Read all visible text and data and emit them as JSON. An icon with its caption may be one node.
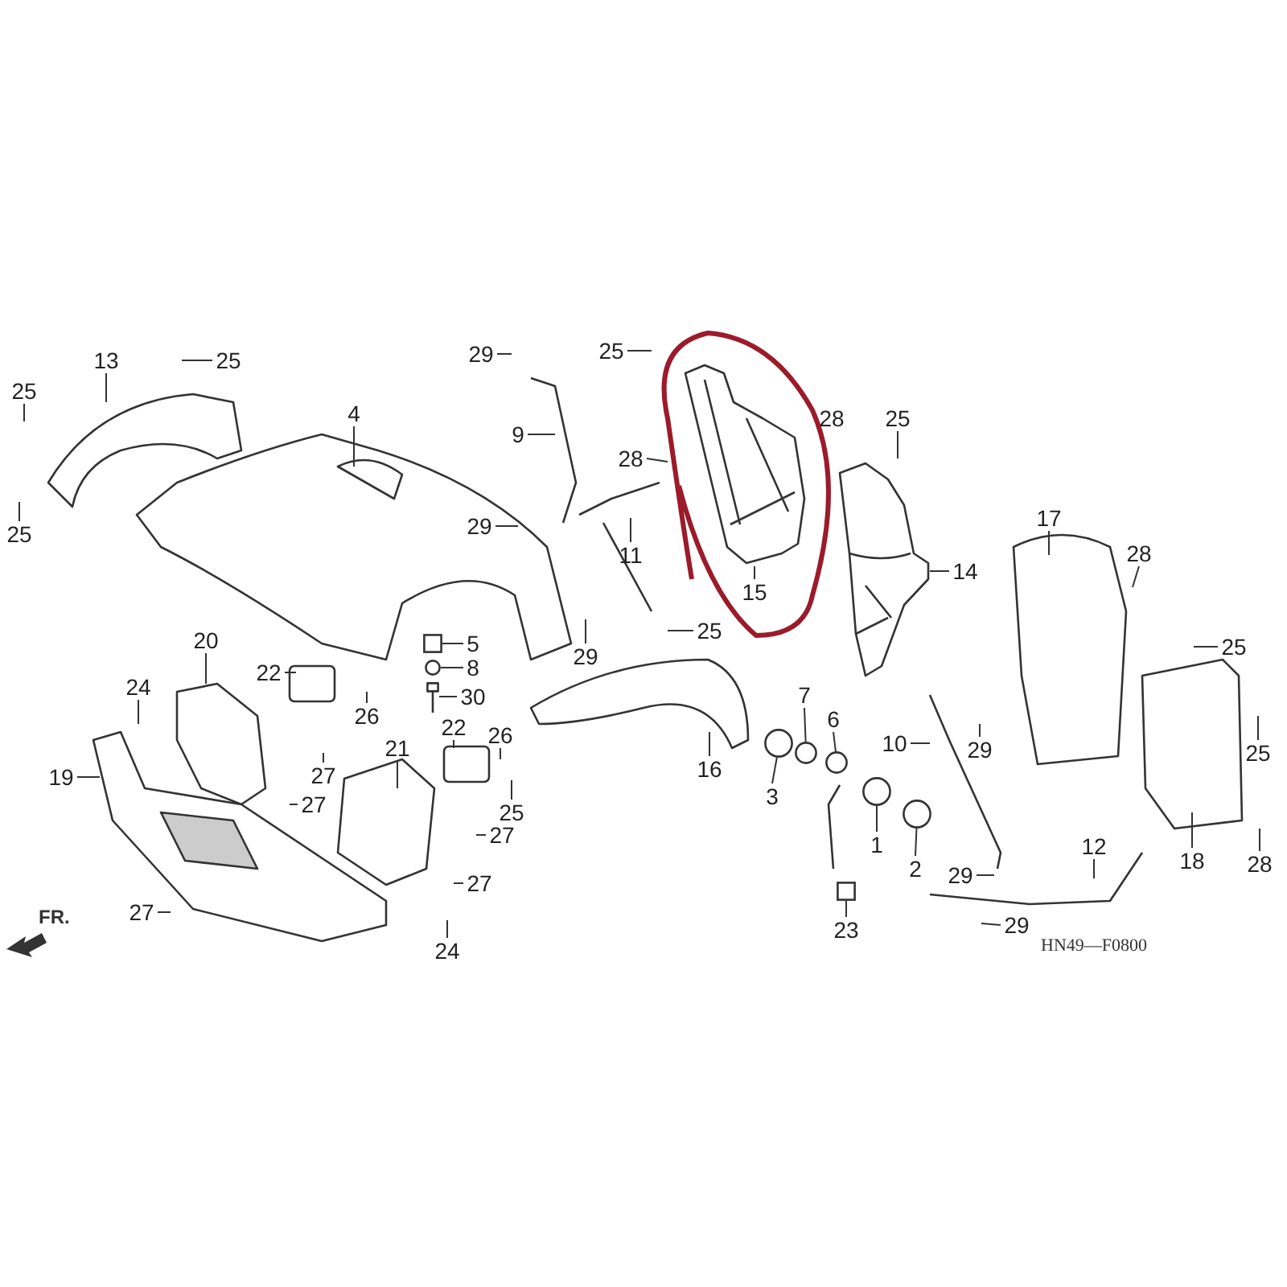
{
  "diagram": {
    "nodes": [
      {
        "text": [
          "13"
        ]
      },
      {
        "text": [
          "25"
        ]
      },
      {
        "text": [
          "25"
        ]
      },
      {
        "text": [
          "25"
        ]
      },
      {
        "text": [
          "4"
        ]
      },
      {
        "text": [
          "29"
        ]
      },
      {
        "text": [
          "25"
        ]
      },
      {
        "text": [
          "9"
        ]
      },
      {
        "text": [
          "29"
        ]
      },
      {
        "text": [
          "28"
        ]
      },
      {
        "text": [
          "11"
        ]
      },
      {
        "text": [
          "15"
        ]
      },
      {
        "text": [
          "28"
        ]
      },
      {
        "text": [
          "25"
        ]
      },
      {
        "text": [
          "14"
        ]
      },
      {
        "text": [
          "29"
        ]
      },
      {
        "text": [
          "25"
        ]
      },
      {
        "text": [
          "17"
        ]
      },
      {
        "text": [
          "28"
        ]
      },
      {
        "text": [
          "25"
        ]
      },
      {
        "text": [
          "5"
        ]
      },
      {
        "text": [
          "8"
        ]
      },
      {
        "text": [
          "30"
        ]
      },
      {
        "text": [
          "20"
        ]
      },
      {
        "text": [
          "22"
        ]
      },
      {
        "text": [
          "26"
        ]
      },
      {
        "text": [
          "24"
        ]
      },
      {
        "text": [
          "19"
        ]
      },
      {
        "text": [
          "27"
        ]
      },
      {
        "text": [
          "27"
        ]
      },
      {
        "text": [
          "21"
        ]
      },
      {
        "text": [
          "22"
        ]
      },
      {
        "text": [
          "26"
        ]
      },
      {
        "text": [
          "25"
        ]
      },
      {
        "text": [
          "27"
        ]
      },
      {
        "text": [
          "27"
        ]
      },
      {
        "text": [
          "24"
        ]
      },
      {
        "text": [
          "27"
        ]
      },
      {
        "text": [
          "16"
        ]
      },
      {
        "text": [
          "3"
        ]
      },
      {
        "text": [
          "7"
        ]
      },
      {
        "text": [
          "6"
        ]
      },
      {
        "text": [
          "1"
        ]
      },
      {
        "text": [
          "2"
        ]
      },
      {
        "text": [
          "23"
        ]
      },
      {
        "text": [
          "10"
        ]
      },
      {
        "text": [
          "29"
        ]
      },
      {
        "text": [
          "29"
        ]
      },
      {
        "text": [
          "29"
        ]
      },
      {
        "text": [
          "12"
        ]
      },
      {
        "text": [
          "18"
        ]
      },
      {
        "text": [
          "28"
        ]
      },
      {
        "text": [
          "25"
        ]
      },
      {
        "text": [],
        "shape": "picture"
      },
      {
        "text": [],
        "shape": "circle"
      },
      {
        "text": [],
        "shape": "circle"
      },
      {
        "text": [],
        "shape": "circle"
      },
      {
        "text": [],
        "shape": "circle"
      },
      {
        "text": [],
        "shape": "circle"
      },
      {
        "text": [],
        "shape": "box"
      },
      {
        "text": [],
        "shape": "box"
      },
      {
        "text": [],
        "shape": "circle"
      },
      {
        "text": [],
        "shape": "picture"
      },
      {
        "text": [],
        "shape": "picture"
      }
    ],
    "edges": [
      {
        "from": 0,
        "to": null,
        "arrow": "none"
      },
      {
        "from": 1,
        "to": null,
        "arrow": "none"
      },
      {
        "from": 2,
        "to": null,
        "arrow": "none"
      },
      {
        "from": 3,
        "to": null,
        "arrow": "none"
      },
      {
        "from": 4,
        "to": null,
        "arrow": "none"
      },
      {
        "from": 5,
        "to": null,
        "arrow": "none"
      },
      {
        "from": 6,
        "to": null,
        "arrow": "none"
      },
      {
        "from": 7,
        "to": null,
        "arrow": "none"
      },
      {
        "from": 8,
        "to": null,
        "arrow": "none"
      },
      {
        "from": 9,
        "to": null,
        "arrow": "none"
      },
      {
        "from": 10,
        "to": null,
        "arrow": "none"
      },
      {
        "from": 11,
        "to": 53,
        "arrow": "none"
      },
      {
        "from": 13,
        "to": null,
        "arrow": "none"
      },
      {
        "from": 14,
        "to": 63,
        "arrow": "none"
      },
      {
        "from": 15,
        "to": null,
        "arrow": "none"
      },
      {
        "from": 16,
        "to": null,
        "arrow": "none"
      },
      {
        "from": 17,
        "to": null,
        "arrow": "none"
      },
      {
        "from": 18,
        "to": null,
        "arrow": "none"
      },
      {
        "from": 19,
        "to": null,
        "arrow": "none"
      },
      {
        "from": 20,
        "to": 60,
        "arrow": "none"
      },
      {
        "from": 21,
        "to": 61,
        "arrow": "none"
      },
      {
        "from": 22,
        "to": 62,
        "arrow": "none"
      },
      {
        "from": 23,
        "to": null,
        "arrow": "none"
      },
      {
        "from": 24,
        "to": null,
        "arrow": "none"
      },
      {
        "from": 25,
        "to": null,
        "arrow": "none"
      },
      {
        "from": 26,
        "to": null,
        "arrow": "none"
      },
      {
        "from": 27,
        "to": null,
        "arrow": "none"
      },
      {
        "from": 28,
        "to": null,
        "arrow": "none"
      },
      {
        "from": 29,
        "to": null,
        "arrow": "none"
      },
      {
        "from": 30,
        "to": null,
        "arrow": "none"
      },
      {
        "from": 31,
        "to": null,
        "arrow": "none"
      },
      {
        "from": 32,
        "to": null,
        "arrow": "none"
      },
      {
        "from": 33,
        "to": null,
        "arrow": "none"
      },
      {
        "from": 34,
        "to": null,
        "arrow": "none"
      },
      {
        "from": 35,
        "to": null,
        "arrow": "none"
      },
      {
        "from": 36,
        "to": null,
        "arrow": "none"
      },
      {
        "from": 37,
        "to": null,
        "arrow": "none"
      },
      {
        "from": 38,
        "to": null,
        "arrow": "none"
      },
      {
        "from": 39,
        "to": 54,
        "arrow": "none"
      },
      {
        "from": 40,
        "to": 55,
        "arrow": "none"
      },
      {
        "from": 41,
        "to": 56,
        "arrow": "none"
      },
      {
        "from": 42,
        "to": 57,
        "arrow": "none"
      },
      {
        "from": 43,
        "to": 58,
        "arrow": "none"
      },
      {
        "from": 44,
        "to": 59,
        "arrow": "none"
      },
      {
        "from": 45,
        "to": null,
        "arrow": "none"
      },
      {
        "from": 46,
        "to": null,
        "arrow": "none"
      },
      {
        "from": 47,
        "to": null,
        "arrow": "none"
      },
      {
        "from": 48,
        "to": null,
        "arrow": "none"
      },
      {
        "from": 49,
        "to": null,
        "arrow": "none"
      },
      {
        "from": 50,
        "to": null,
        "arrow": "none"
      },
      {
        "from": 51,
        "to": null,
        "arrow": "none"
      },
      {
        "from": 52,
        "to": null,
        "arrow": "none"
      }
    ],
    "labels": [
      "FR.",
      "HN49—F0800"
    ]
  }
}
